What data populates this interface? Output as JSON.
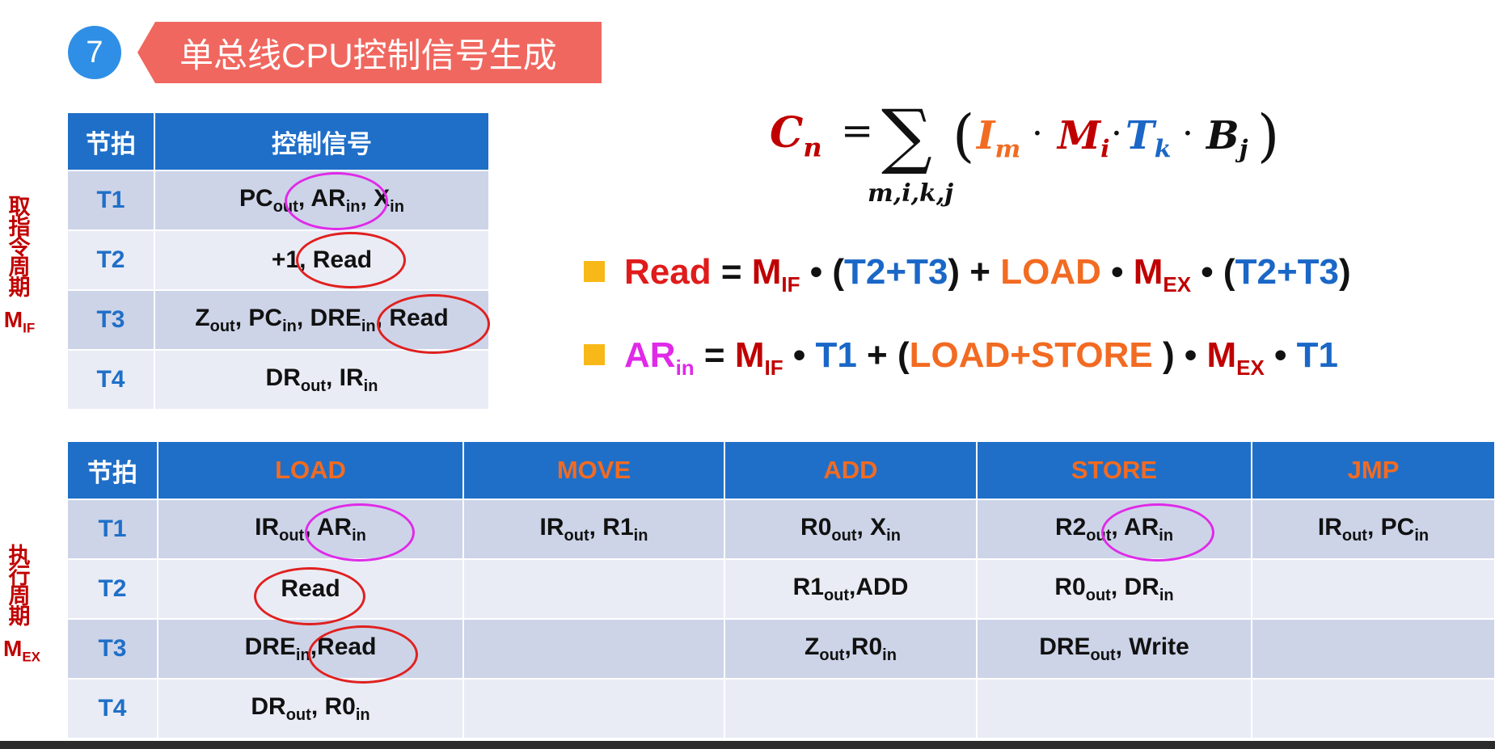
{
  "header": {
    "number": "7",
    "title": "单总线CPU控制信号生成"
  },
  "fetch_label": {
    "chars": "取指令周期",
    "m": "M",
    "m_sub": "IF"
  },
  "exec_label": {
    "chars": "执行周期",
    "m": "M",
    "m_sub": "EX"
  },
  "fetch_table": {
    "headers": [
      "节拍",
      "控制信号"
    ],
    "rows": [
      {
        "beat": "T1",
        "signals": [
          {
            "t": "PC",
            "s": "out"
          },
          {
            "t": ", AR",
            "s": "in"
          },
          {
            "t": ", X",
            "s": "in"
          }
        ]
      },
      {
        "beat": "T2",
        "signals": [
          {
            "t": "+1, Read",
            "s": ""
          }
        ]
      },
      {
        "beat": "T3",
        "signals": [
          {
            "t": "Z",
            "s": "out"
          },
          {
            "t": ", PC",
            "s": "in"
          },
          {
            "t": ", DRE",
            "s": "in"
          },
          {
            "t": ", Read",
            "s": ""
          }
        ]
      },
      {
        "beat": "T4",
        "signals": [
          {
            "t": "DR",
            "s": "out"
          },
          {
            "t": ", IR",
            "s": "in"
          }
        ]
      }
    ]
  },
  "exec_table": {
    "headers": [
      "节拍",
      "LOAD",
      "MOVE",
      "ADD",
      "STORE",
      "JMP"
    ],
    "rows": [
      {
        "beat": "T1",
        "cells": [
          [
            {
              "t": "IR",
              "s": "out"
            },
            {
              "t": ", AR",
              "s": "in"
            }
          ],
          [
            {
              "t": "IR",
              "s": "out"
            },
            {
              "t": ", R1",
              "s": "in"
            }
          ],
          [
            {
              "t": "R0",
              "s": "out"
            },
            {
              "t": ", X",
              "s": "in"
            }
          ],
          [
            {
              "t": "R2",
              "s": "out"
            },
            {
              "t": ", AR",
              "s": "in"
            }
          ],
          [
            {
              "t": "IR",
              "s": "out"
            },
            {
              "t": ", PC",
              "s": "in"
            }
          ]
        ]
      },
      {
        "beat": "T2",
        "cells": [
          [
            {
              "t": "Read",
              "s": ""
            }
          ],
          [],
          [
            {
              "t": "R1",
              "s": "out"
            },
            {
              "t": ",ADD",
              "s": ""
            }
          ],
          [
            {
              "t": "R0",
              "s": "out"
            },
            {
              "t": ", DR",
              "s": "in"
            }
          ],
          []
        ]
      },
      {
        "beat": "T3",
        "cells": [
          [
            {
              "t": "DRE",
              "s": "in"
            },
            {
              "t": ",Read",
              "s": ""
            }
          ],
          [],
          [
            {
              "t": "Z",
              "s": "out"
            },
            {
              "t": ",R0",
              "s": "in"
            }
          ],
          [
            {
              "t": "DRE",
              "s": "out"
            },
            {
              "t": ", Write",
              "s": ""
            }
          ],
          []
        ]
      },
      {
        "beat": "T4",
        "cells": [
          [
            {
              "t": "DR",
              "s": "out"
            },
            {
              "t": ", R0",
              "s": "in"
            }
          ],
          [],
          [],
          [],
          []
        ]
      }
    ]
  },
  "formula_main": {
    "lhs": "C",
    "lhs_sub": "n",
    "eq": "=",
    "sigma": "∑",
    "sum_sub": "m,i,k,j",
    "open": "(",
    "close": ")",
    "dot": "·",
    "t1": "I",
    "t1_sub": "m",
    "t2": "M",
    "t2_sub": "i",
    "t3": "T",
    "t3_sub": "k",
    "t4": "B",
    "t4_sub": "j"
  },
  "eq_read": [
    {
      "t": "Read",
      "c": "red"
    },
    {
      "t": " = ",
      "c": "black"
    },
    {
      "t": "M",
      "c": "darkred",
      "sub": "IF"
    },
    {
      "t": " • (",
      "c": "black"
    },
    {
      "t": "T2+T3",
      "c": "blue"
    },
    {
      "t": ") + ",
      "c": "black"
    },
    {
      "t": "LOAD",
      "c": "orange"
    },
    {
      "t": " • ",
      "c": "black"
    },
    {
      "t": "M",
      "c": "darkred",
      "sub": "EX"
    },
    {
      "t": " • (",
      "c": "black"
    },
    {
      "t": "T2+T3",
      "c": "blue"
    },
    {
      "t": ")",
      "c": "black"
    }
  ],
  "eq_ar": [
    {
      "t": "AR",
      "c": "mag",
      "sub": "in"
    },
    {
      "t": " = ",
      "c": "black"
    },
    {
      "t": "M",
      "c": "darkred",
      "sub": "IF"
    },
    {
      "t": " • ",
      "c": "black"
    },
    {
      "t": "T1",
      "c": "blue"
    },
    {
      "t": " + (",
      "c": "black"
    },
    {
      "t": "LOAD+STORE",
      "c": "orange"
    },
    {
      "t": " ) • ",
      "c": "black"
    },
    {
      "t": "M",
      "c": "darkred",
      "sub": "EX"
    },
    {
      "t": " • ",
      "c": "black"
    },
    {
      "t": "T1",
      "c": "blue"
    }
  ]
}
